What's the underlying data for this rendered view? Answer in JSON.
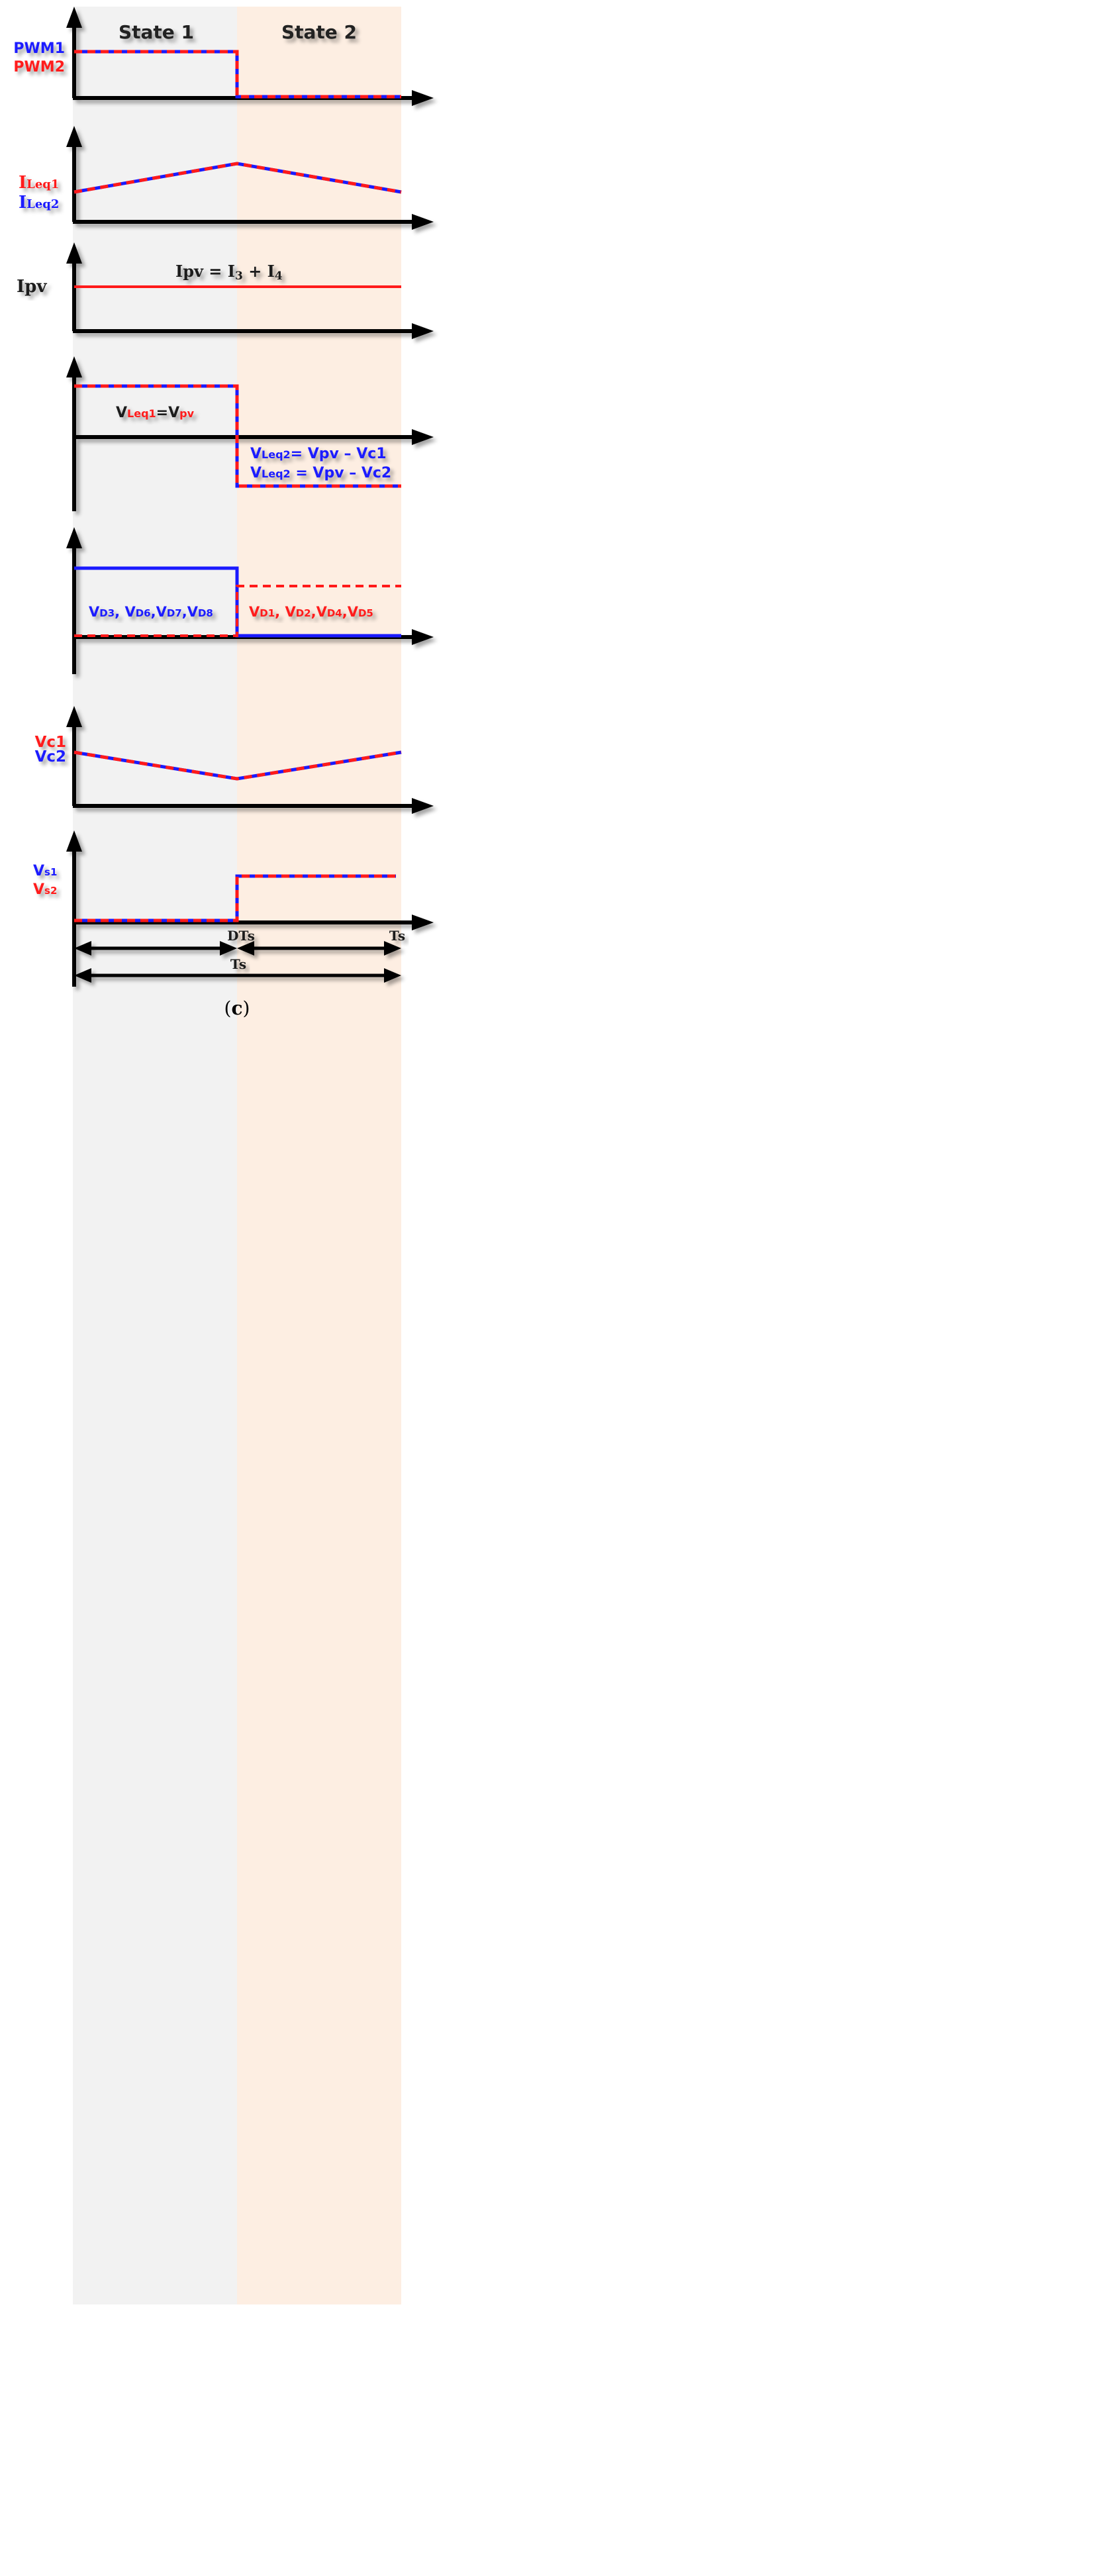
{
  "colors": {
    "state1_bg": "#f2f2f2",
    "state2_bg": "#fdeee2",
    "red": "#ff1a1a",
    "blue": "#1a1aff",
    "axis": "#000000"
  },
  "states": {
    "state1": "State 1",
    "state2": "State 2"
  },
  "panels": {
    "pwm": {
      "label_1": "PWM1",
      "label_2": "PWM2"
    },
    "il": {
      "label_1": {
        "main": "I",
        "sub": "Leq1"
      },
      "label_2": {
        "main": "I",
        "sub": "Leq2"
      }
    },
    "ipv": {
      "label": "Ipv",
      "eq": {
        "lhs": "Ipv = I",
        "s1": "3",
        "mid": " + I",
        "s2": "4"
      }
    },
    "vl": {
      "state1": {
        "a": "V",
        "b": "Leq1",
        "c": "=V",
        "d": "pv"
      },
      "state2_line1": {
        "a": "V",
        "b": "Leq2",
        "c": "= Vpv – Vc1"
      },
      "state2_line2": {
        "a": "V",
        "b": "Leq2",
        "c": " = Vpv – Vc2"
      }
    },
    "vd": {
      "state1": {
        "v1": "V",
        "s1": "D3",
        "v2": ", V",
        "s2": "D6",
        "v3": ",V",
        "s3": "D7",
        "v4": ",V",
        "s4": "D8"
      },
      "state2": {
        "v1": "V",
        "s1": "D1",
        "v2": ", V",
        "s2": "D2",
        "v3": ",V",
        "s3": "D4",
        "v4": ",V",
        "s4": "D5"
      }
    },
    "vc": {
      "label_1": "Vc1",
      "label_2": "Vc2"
    },
    "vs": {
      "label_1": {
        "main": "V",
        "sub": "s1"
      },
      "label_2": {
        "main": "V",
        "sub": "s2"
      }
    }
  },
  "time_axis": {
    "dts": "DTs",
    "ts_end": "Ts",
    "ts_total": "Ts"
  },
  "caption": {
    "open": "(",
    "letter": "c",
    "close": ")"
  }
}
